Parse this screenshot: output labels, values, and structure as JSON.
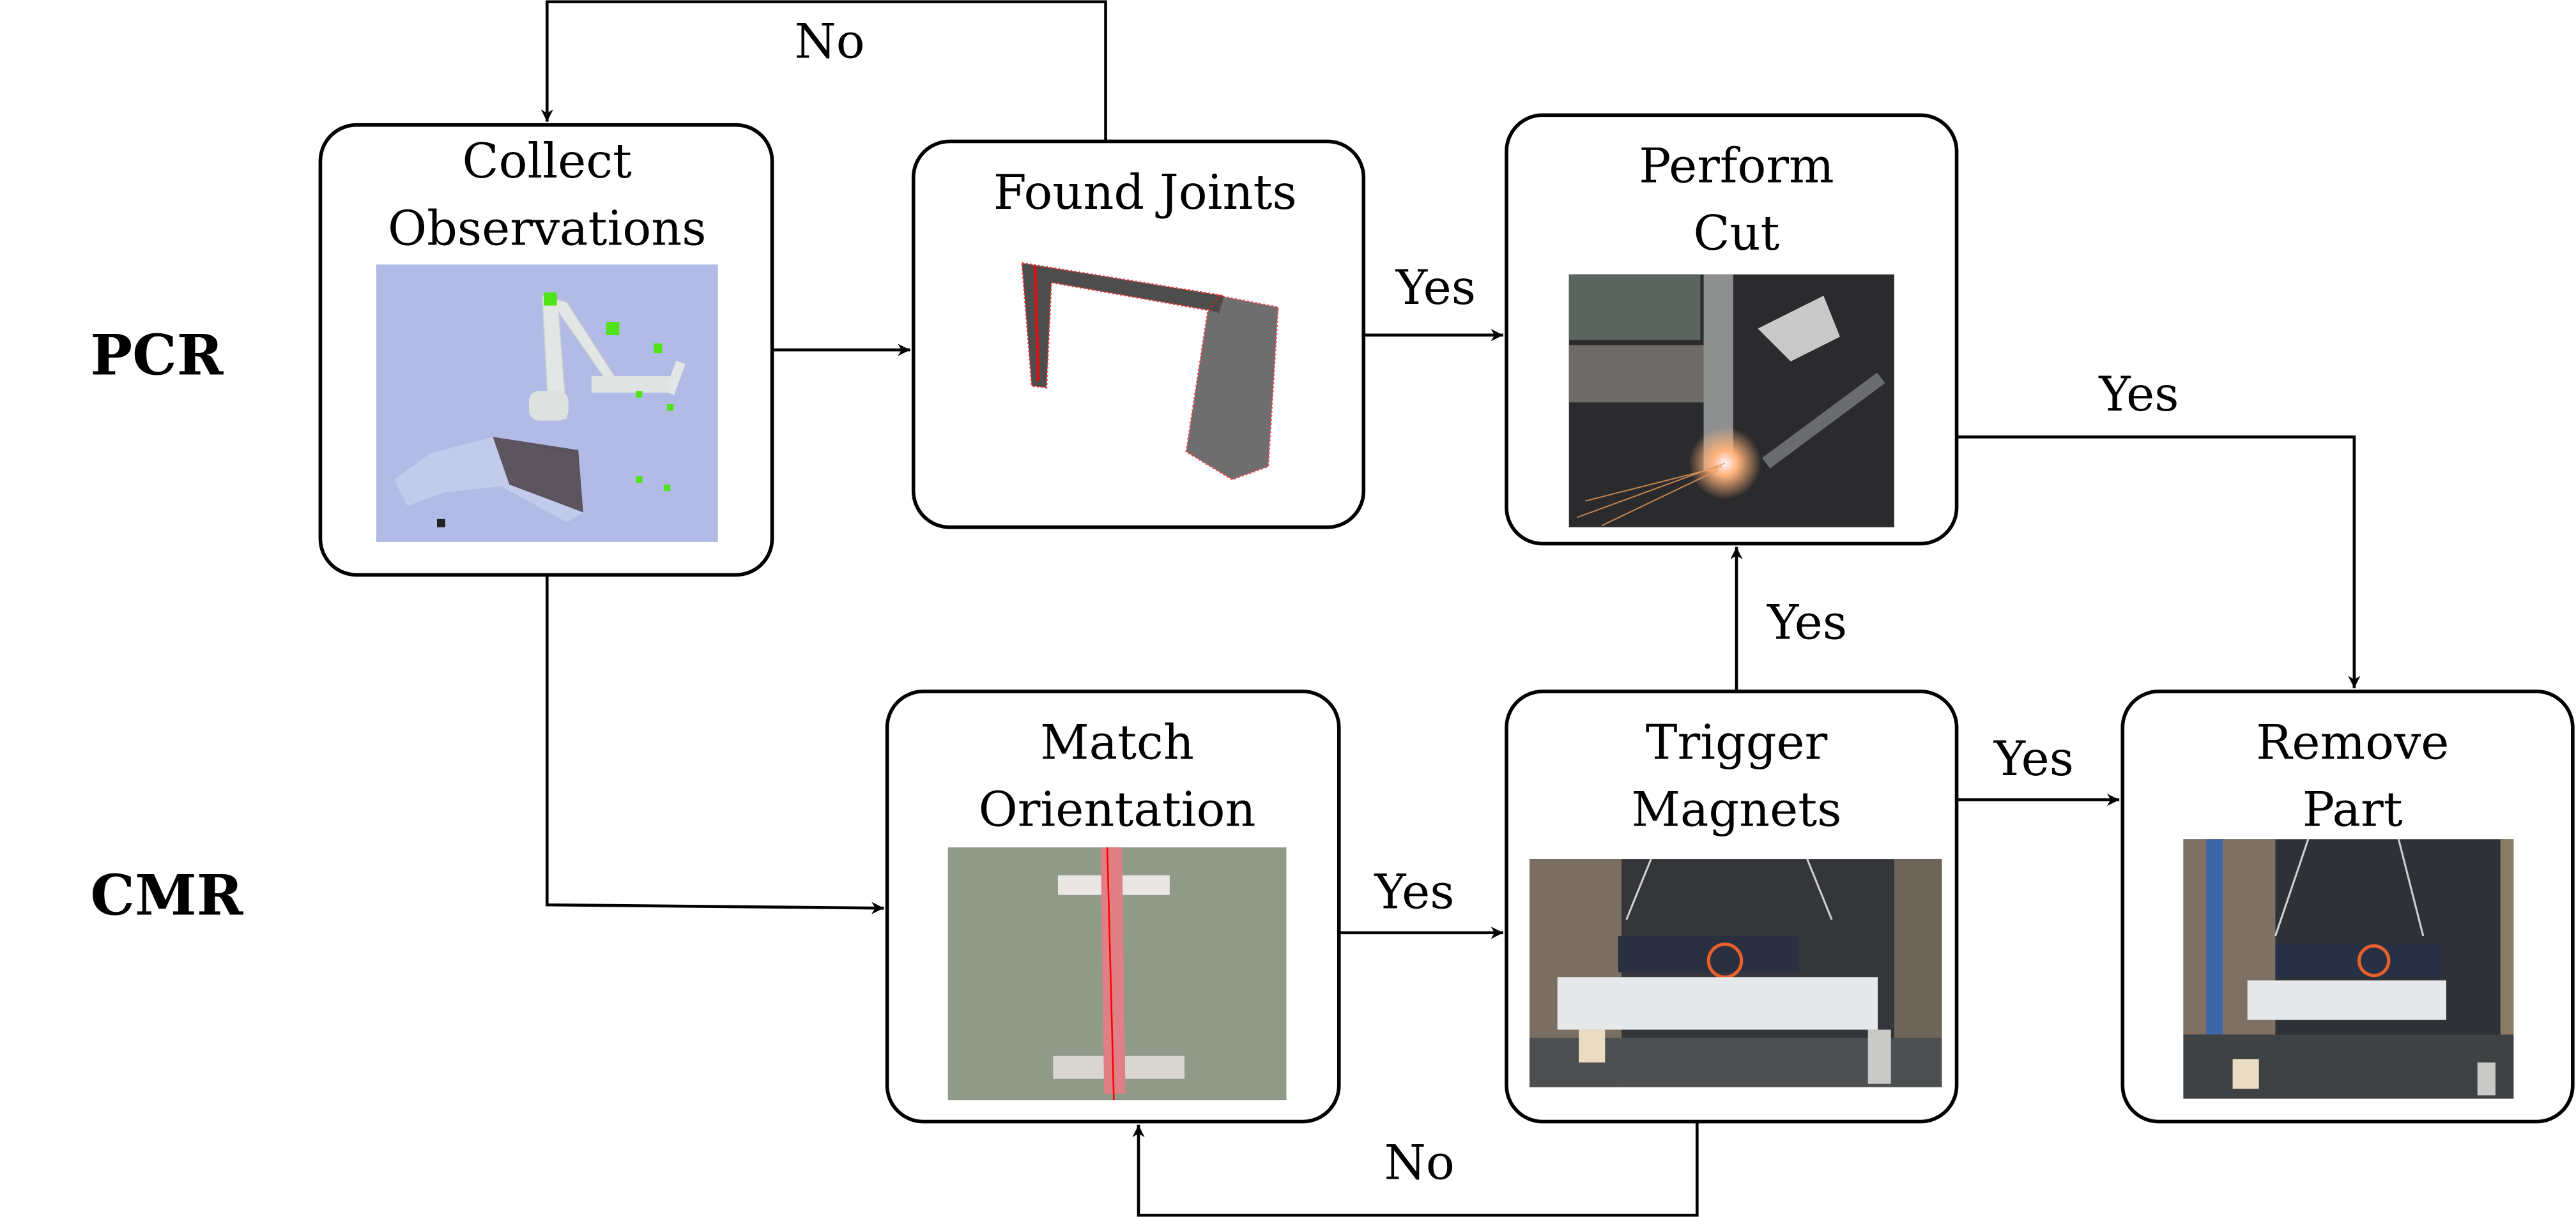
{
  "lanes": [
    {
      "id": "pcr",
      "label": "PCR"
    },
    {
      "id": "cmr",
      "label": "CMR"
    }
  ],
  "nodes": [
    {
      "id": "collect",
      "lane": "PCR",
      "title_lines": [
        "Collect",
        "Observations"
      ],
      "image": "Simulated robot arm with voxelized point-cloud observations on lavender background",
      "image_bg": "#b2bbe6"
    },
    {
      "id": "found",
      "lane": "PCR",
      "title_lines": [
        "Found Joints"
      ],
      "image": "Point cloud of steel frame joints with red highlighted points"
    },
    {
      "id": "cut",
      "lane": "PCR",
      "title_lines": [
        "Perform",
        "Cut"
      ],
      "image": "Robotic cutting torch producing sparks on steel beam"
    },
    {
      "id": "match",
      "lane": "CMR",
      "title_lines": [
        "Match",
        "Orientation"
      ],
      "image": "Top-down view of steel beam on blocks with red alignment line",
      "image_bg": "#8f9a88"
    },
    {
      "id": "trigger",
      "lane": "CMR",
      "title_lines": [
        "Trigger",
        "Magnets"
      ],
      "image": "Magnetic gripper rig suspended over steel beam on blocks"
    },
    {
      "id": "remove",
      "lane": "CMR",
      "title_lines": [
        "Remove",
        "Part"
      ],
      "image": "Magnetic gripper lifting steel beam off the blocks"
    }
  ],
  "edges": [
    {
      "from": "collect",
      "to": "found",
      "label": ""
    },
    {
      "from": "found",
      "to": "collect",
      "label": "No"
    },
    {
      "from": "found",
      "to": "cut",
      "label": "Yes"
    },
    {
      "from": "cut",
      "to": "remove",
      "label": "Yes"
    },
    {
      "from": "collect",
      "to": "match",
      "label": ""
    },
    {
      "from": "match",
      "to": "trigger",
      "label": "Yes"
    },
    {
      "from": "trigger",
      "to": "cut",
      "label": "Yes"
    },
    {
      "from": "trigger",
      "to": "remove",
      "label": "Yes"
    },
    {
      "from": "trigger",
      "to": "match",
      "label": "No"
    }
  ]
}
